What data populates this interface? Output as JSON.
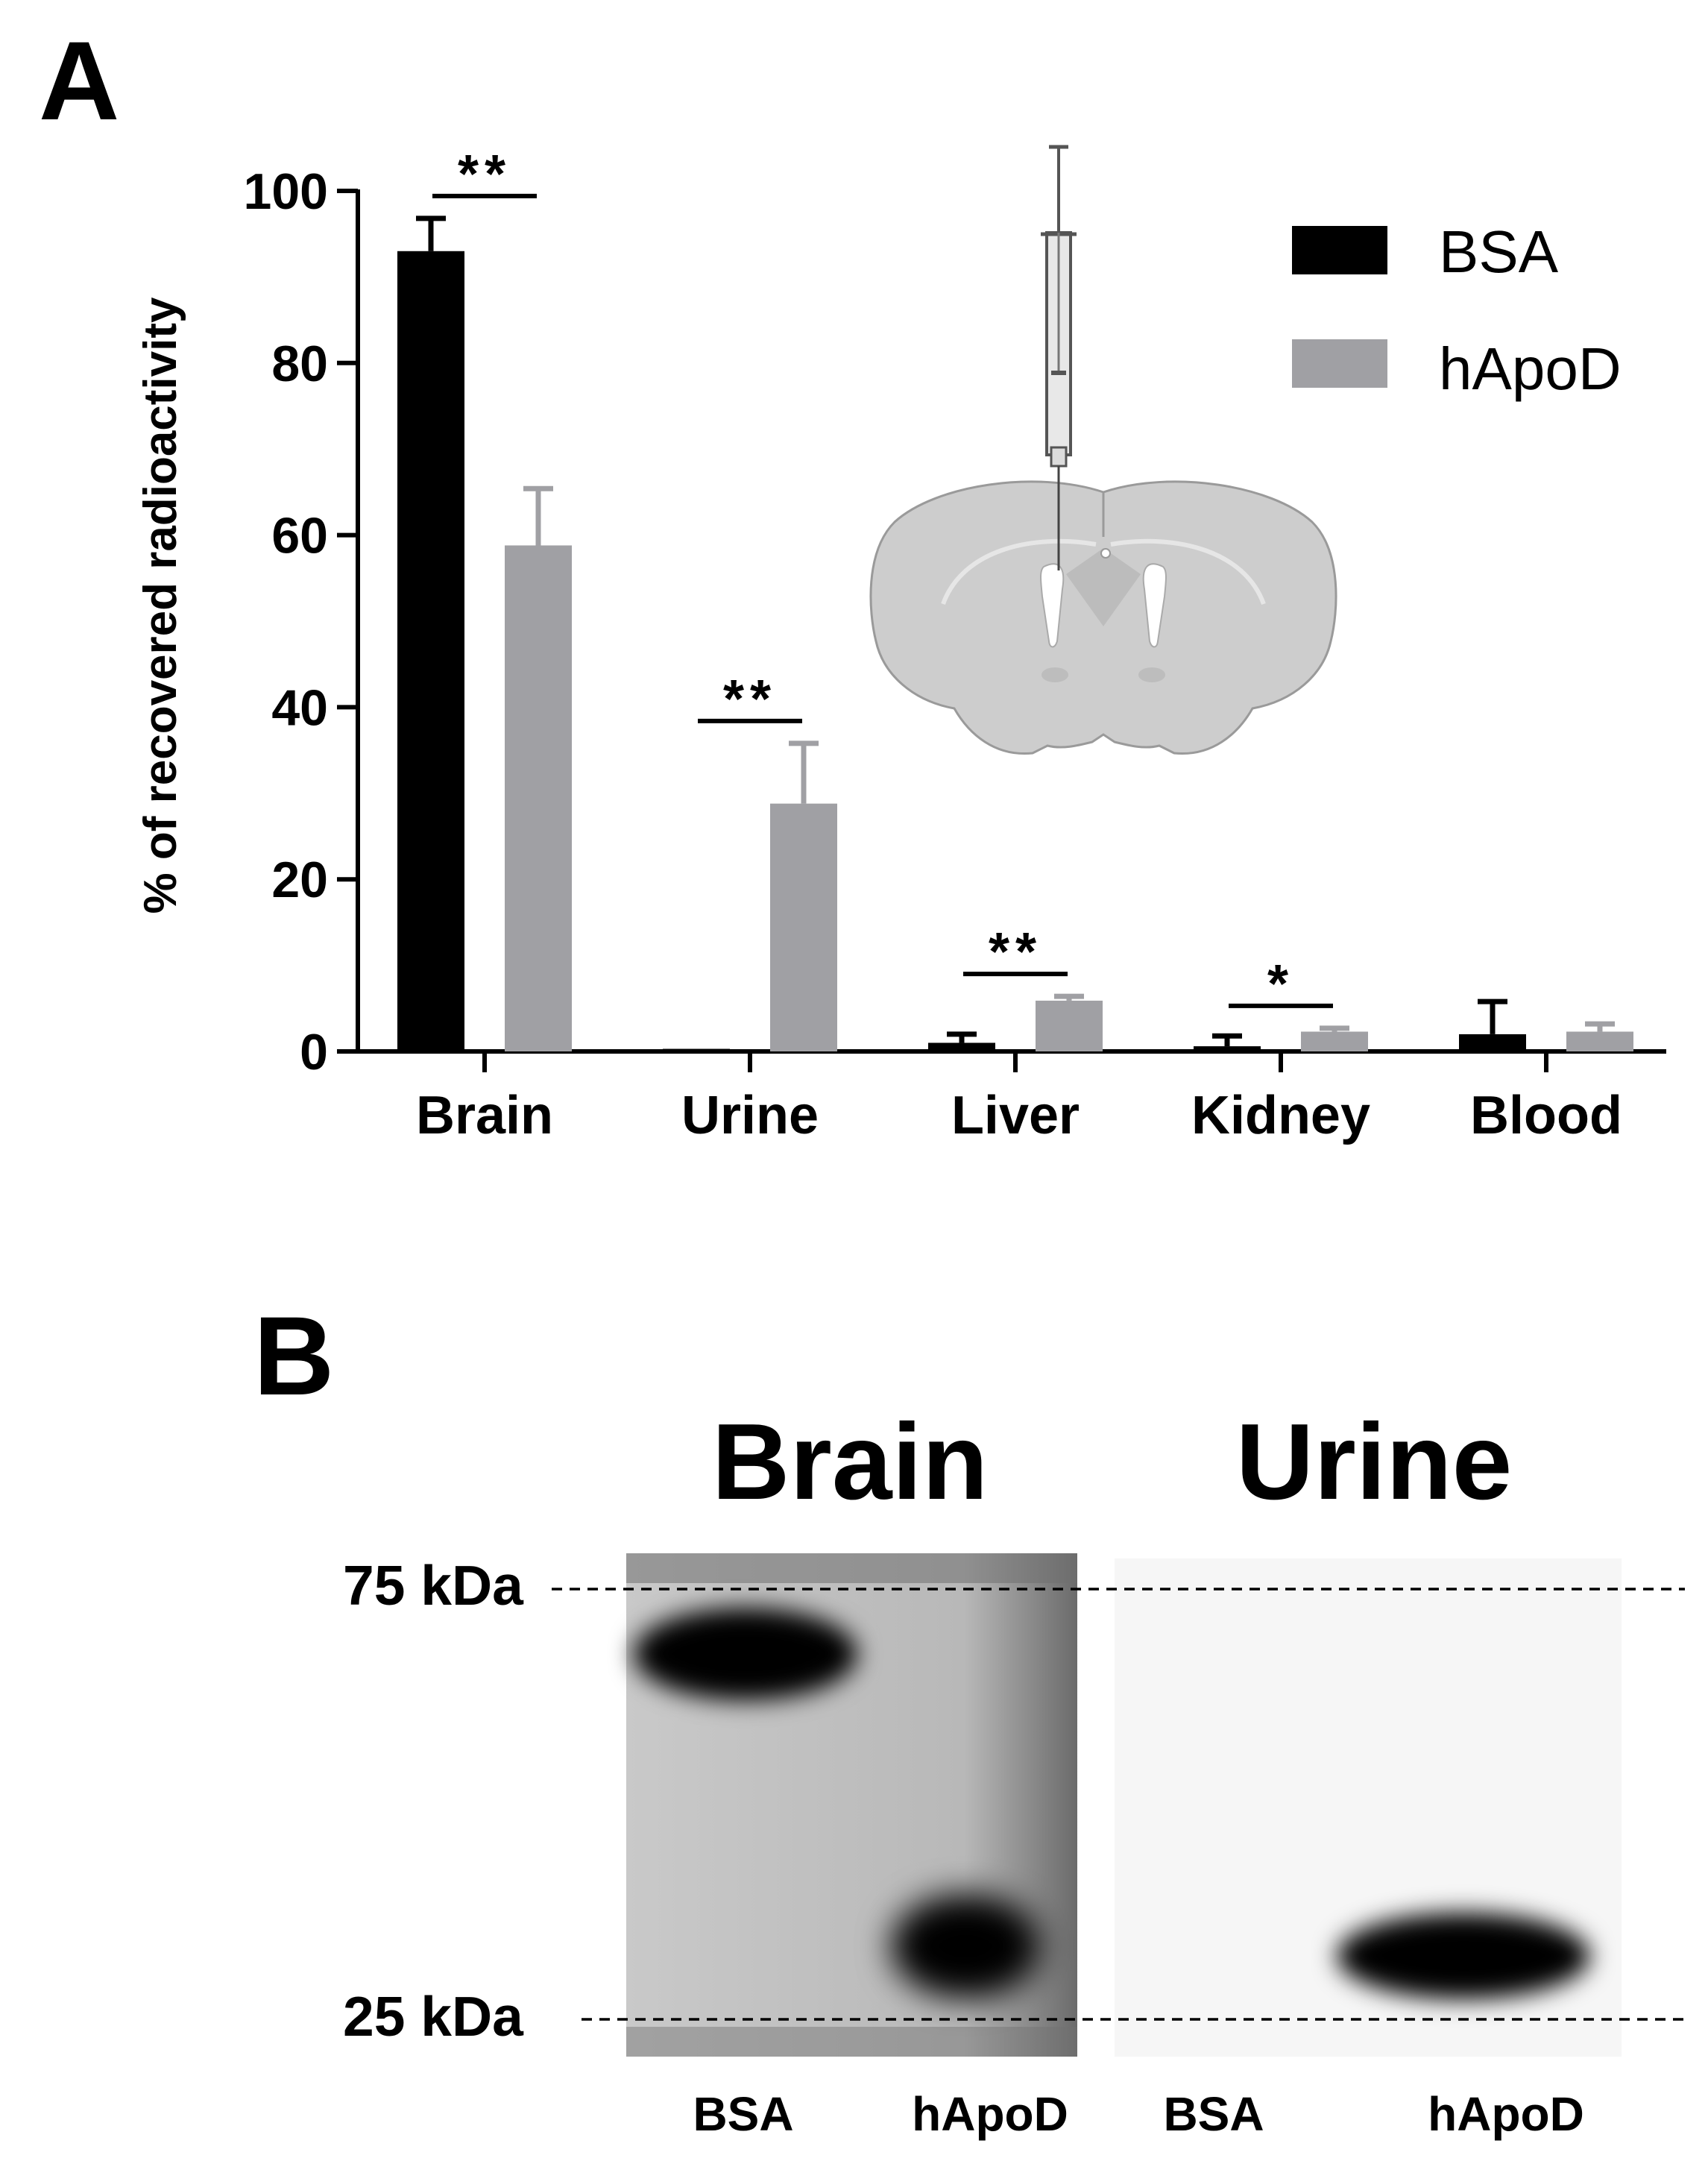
{
  "panels": {
    "a_label": "A",
    "b_label": "B"
  },
  "chart_data": {
    "type": "bar",
    "title": "",
    "xlabel": "",
    "ylabel": "% of recovered radioactivity",
    "ylim": [
      0,
      100
    ],
    "yticks": [
      "0",
      "20",
      "40",
      "60",
      "80",
      "100"
    ],
    "categories": [
      "Brain",
      "Urine",
      "Liver",
      "Kidney",
      "Blood"
    ],
    "series": [
      {
        "name": "BSA",
        "color": "#000000",
        "values": [
          93.0,
          0.3,
          1.0,
          0.6,
          2.0
        ],
        "errors": [
          3.8,
          0.0,
          1.0,
          1.2,
          3.8
        ]
      },
      {
        "name": "hApoD",
        "color": "#a0a0a4",
        "values": [
          58.8,
          28.8,
          5.9,
          2.3,
          2.3
        ],
        "errors": [
          6.6,
          7.0,
          0.5,
          0.4,
          0.9
        ]
      }
    ],
    "significance": [
      "**",
      "**",
      "**",
      "*",
      ""
    ],
    "legend": "top-right",
    "grid": false
  },
  "blot": {
    "panel_titles": [
      "Brain",
      "Urine"
    ],
    "markers": [
      "75 kDa",
      "25 kDa"
    ],
    "lanes": [
      "BSA",
      "hApoD",
      "BSA",
      "hApoD"
    ]
  },
  "icons": {
    "inset": "brain-injection-icon"
  }
}
